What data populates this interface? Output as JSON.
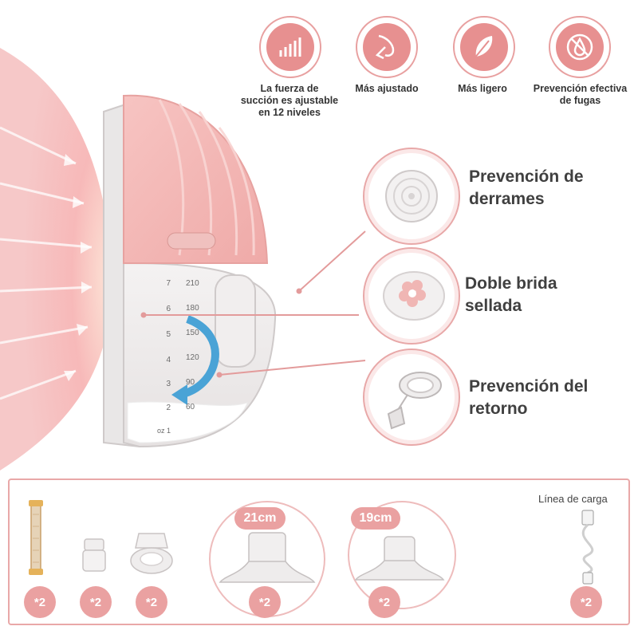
{
  "features": [
    {
      "icon": "suction-bars-icon",
      "label_lines": [
        "La fuerza de",
        "succión es ajustable",
        "en 12 niveles"
      ]
    },
    {
      "icon": "breast-fit-icon",
      "label_lines": [
        "Más ajustado"
      ]
    },
    {
      "icon": "feather-icon",
      "label_lines": [
        "Más ligero"
      ]
    },
    {
      "icon": "no-leak-drop-icon",
      "label_lines": [
        "Prevención efectiva",
        "de fugas"
      ]
    }
  ],
  "details": [
    {
      "icon": "diaphragm-icon",
      "label_lines": [
        "Prevención de",
        "derrames"
      ]
    },
    {
      "icon": "flower-flange-icon",
      "label_lines": [
        "Doble brida",
        "sellada"
      ]
    },
    {
      "icon": "valve-icon",
      "label_lines": [
        "Prevención del",
        "retorno"
      ]
    }
  ],
  "scale": {
    "oz": [
      "7",
      "6",
      "5",
      "4",
      "3",
      "2",
      "oz 1"
    ],
    "ml": [
      "210",
      "180",
      "150",
      "120",
      "90",
      "60"
    ]
  },
  "accessories": {
    "charging_label": "Línea de carga",
    "badges": [
      "*2",
      "*2",
      "*2",
      "*2",
      "*2",
      "*2"
    ],
    "sizes": [
      "21cm",
      "19cm"
    ]
  },
  "colors": {
    "accent": "#eaa1a1",
    "pink_body": "#f3b7b5",
    "line": "#e39b9b"
  }
}
